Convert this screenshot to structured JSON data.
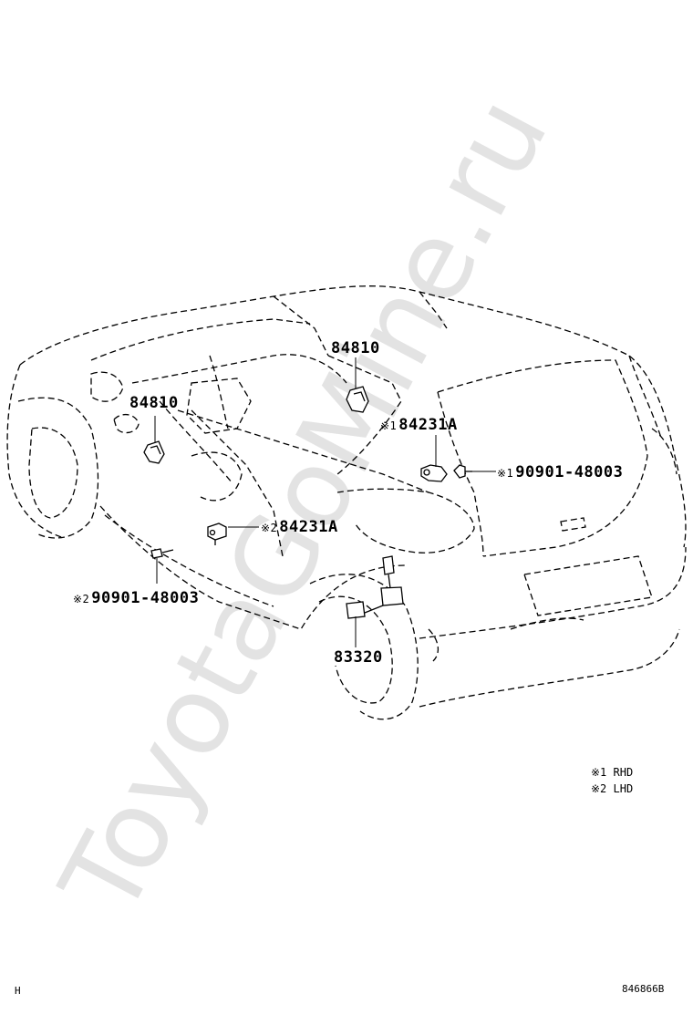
{
  "labels": {
    "p84810_upper": {
      "text": "84810",
      "mark": ""
    },
    "p84810_left": {
      "text": "84810",
      "mark": ""
    },
    "p84231A_right": {
      "text": "84231A",
      "mark": "※1"
    },
    "p90901_right": {
      "text": "90901-48003",
      "mark": "※1"
    },
    "p84231A_left": {
      "text": "84231A",
      "mark": "※2"
    },
    "p90901_left": {
      "text": "90901-48003",
      "mark": "※2"
    },
    "p83320": {
      "text": "83320",
      "mark": ""
    }
  },
  "legend": [
    {
      "mark": "※1",
      "text": "RHD"
    },
    {
      "mark": "※2",
      "text": "LHD"
    }
  ],
  "watermark": "ToyotaGoMine.ru",
  "corner_left": "H",
  "corner_right": "846866B"
}
